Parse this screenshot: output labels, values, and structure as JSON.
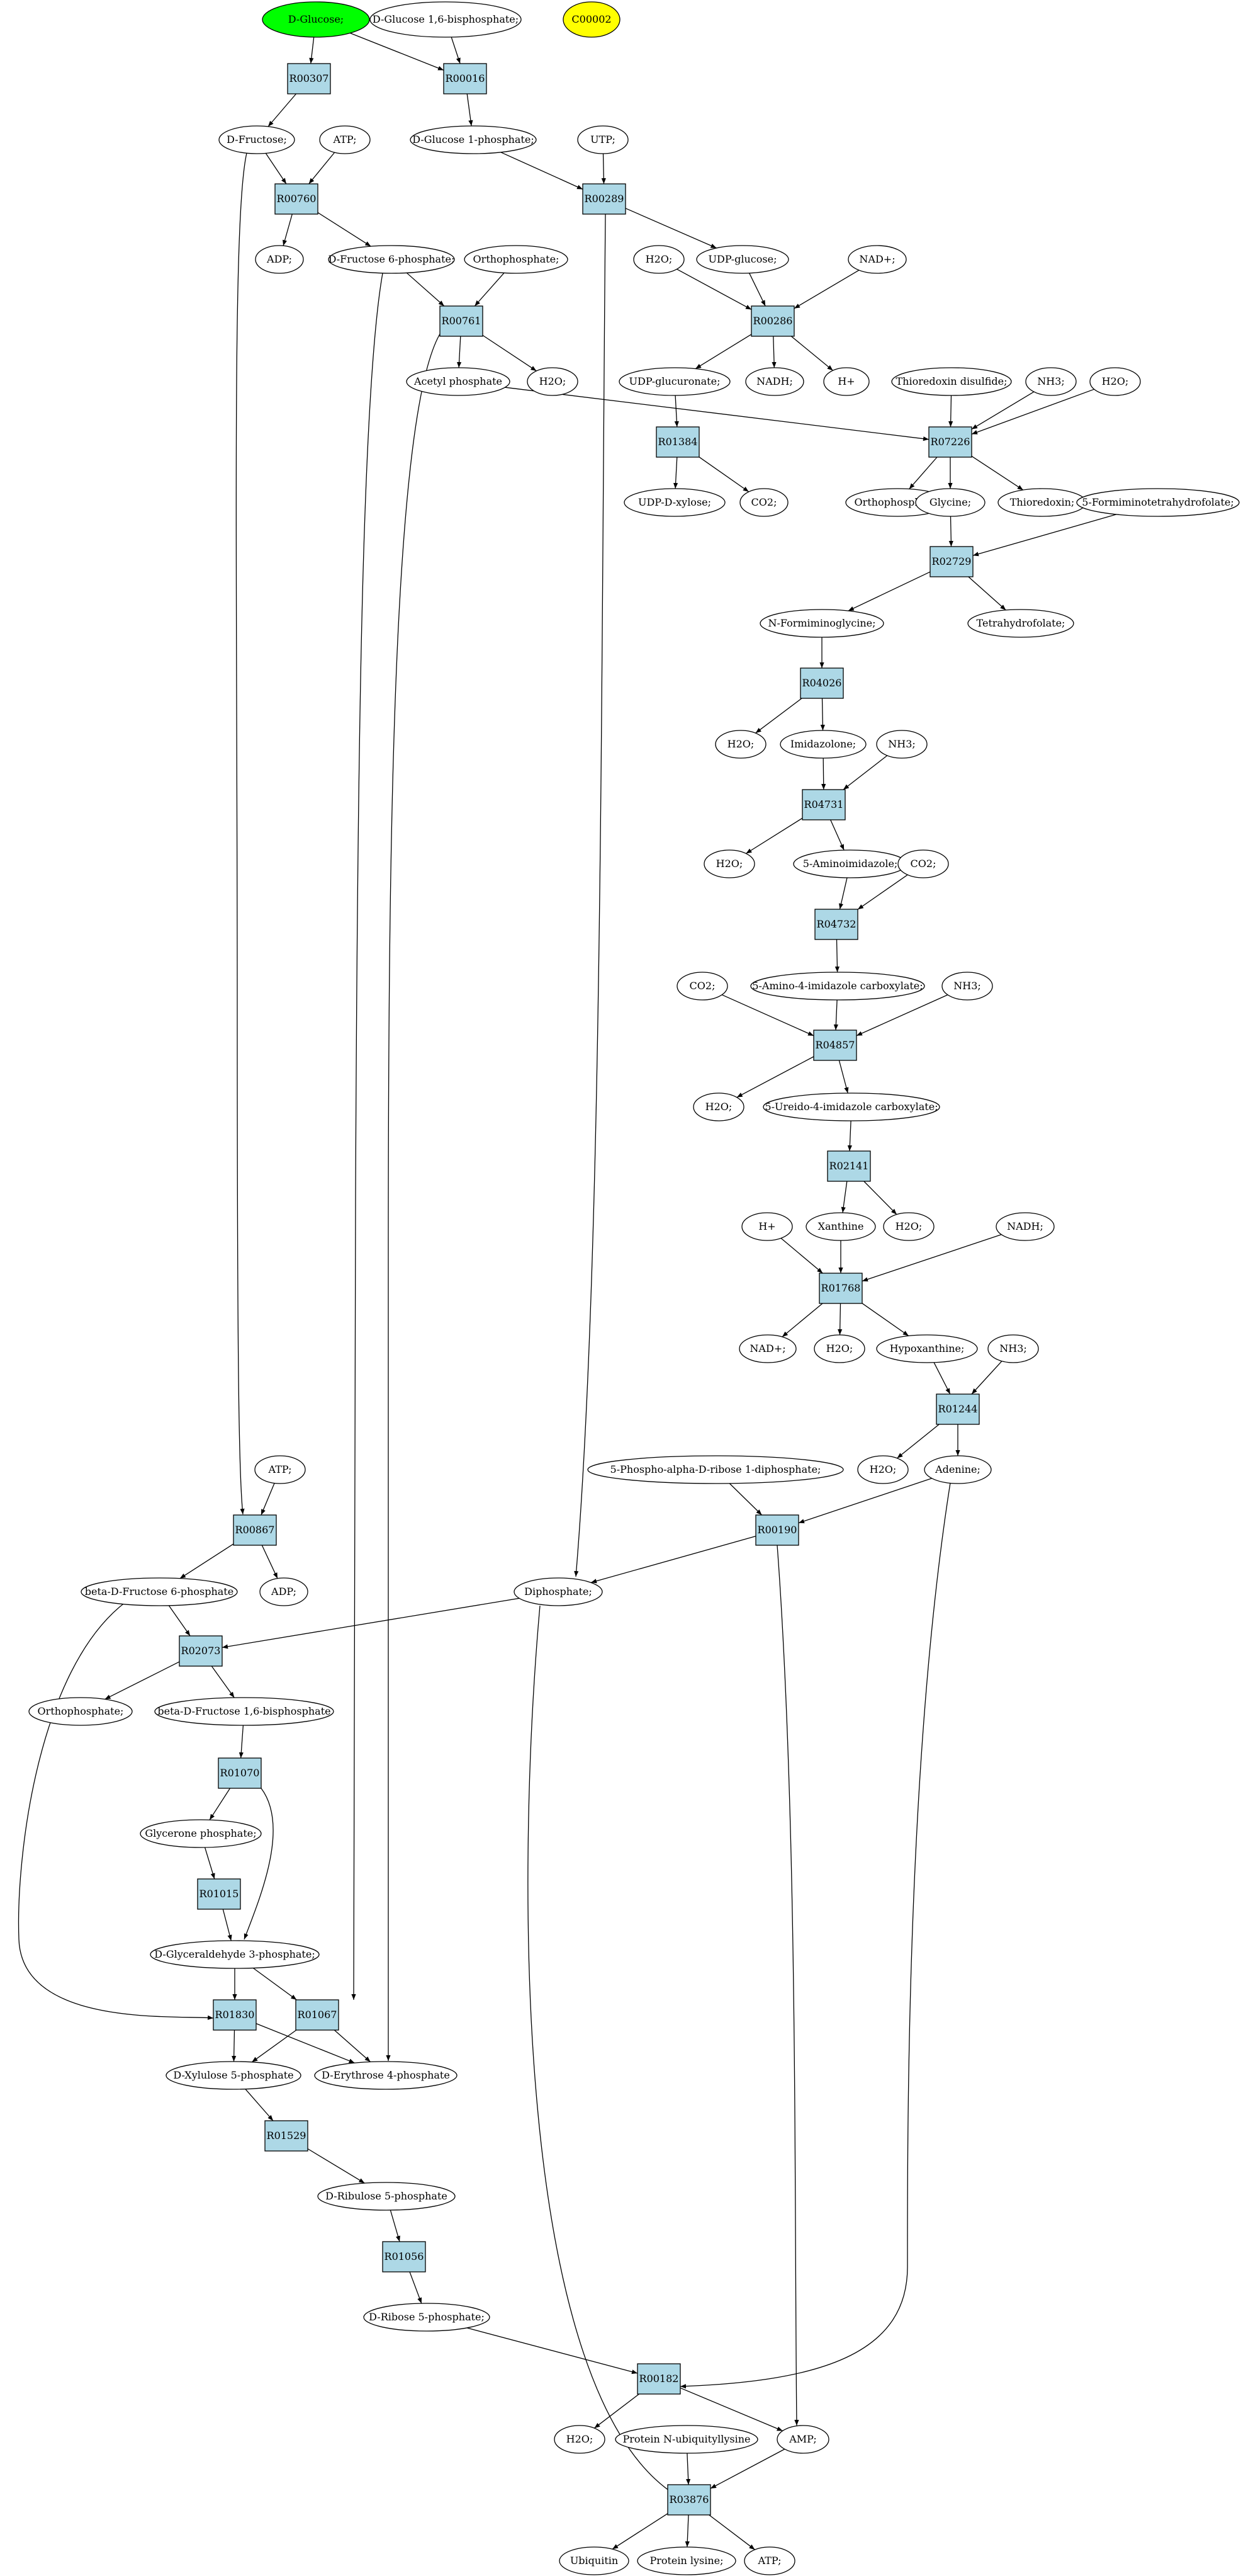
{
  "colors": {
    "reaction_fill": "#add8e6",
    "start_fill": "#00ff00",
    "target_fill": "#ffff00",
    "compound_fill": "#ffffff",
    "stroke": "#000000"
  },
  "nodes": {
    "glc": {
      "label": "D-Glucose;",
      "kind": "start"
    },
    "glc16bp": {
      "label": "D-Glucose 1,6-bisphosphate;",
      "kind": "compound"
    },
    "c00002": {
      "label": "C00002",
      "kind": "target"
    },
    "R00307": {
      "label": "R00307",
      "kind": "reaction"
    },
    "R00016": {
      "label": "R00016",
      "kind": "reaction"
    },
    "fru": {
      "label": "D-Fructose;",
      "kind": "compound"
    },
    "atp1": {
      "label": "ATP;",
      "kind": "compound"
    },
    "g1p": {
      "label": "D-Glucose 1-phosphate;",
      "kind": "compound"
    },
    "utp": {
      "label": "UTP;",
      "kind": "compound"
    },
    "R00760": {
      "label": "R00760",
      "kind": "reaction"
    },
    "R00289": {
      "label": "R00289",
      "kind": "reaction"
    },
    "adp1": {
      "label": "ADP;",
      "kind": "compound"
    },
    "f6p": {
      "label": "D-Fructose 6-phosphate;",
      "kind": "compound"
    },
    "ortho1": {
      "label": "Orthophosphate;",
      "kind": "compound"
    },
    "h2o_a": {
      "label": "H2O;",
      "kind": "compound"
    },
    "udpglc": {
      "label": "UDP-glucose;",
      "kind": "compound"
    },
    "nad1": {
      "label": "NAD+;",
      "kind": "compound"
    },
    "R00761": {
      "label": "R00761",
      "kind": "reaction"
    },
    "R00286": {
      "label": "R00286",
      "kind": "reaction"
    },
    "acp": {
      "label": "Acetyl phosphate",
      "kind": "compound"
    },
    "h2o_b": {
      "label": "H2O;",
      "kind": "compound"
    },
    "udpgca": {
      "label": "UDP-glucuronate;",
      "kind": "compound"
    },
    "nadh1": {
      "label": "NADH;",
      "kind": "compound"
    },
    "hplus1": {
      "label": "H+",
      "kind": "compound"
    },
    "trxss": {
      "label": "Thioredoxin disulfide;",
      "kind": "compound"
    },
    "nh3_a": {
      "label": "NH3;",
      "kind": "compound"
    },
    "h2o_c": {
      "label": "H2O;",
      "kind": "compound"
    },
    "R01384": {
      "label": "R01384",
      "kind": "reaction"
    },
    "R07226": {
      "label": "R07226",
      "kind": "reaction"
    },
    "udpxyl": {
      "label": "UDP-D-xylose;",
      "kind": "compound"
    },
    "co2_a": {
      "label": "CO2;",
      "kind": "compound"
    },
    "ortho2": {
      "label": "Orthophosphate;",
      "kind": "compound"
    },
    "gly": {
      "label": "Glycine;",
      "kind": "compound"
    },
    "trx": {
      "label": "Thioredoxin;",
      "kind": "compound"
    },
    "fthf": {
      "label": "5-Formiminotetrahydrofolate;",
      "kind": "compound"
    },
    "R02729": {
      "label": "R02729",
      "kind": "reaction"
    },
    "nfig": {
      "label": "N-Formiminoglycine;",
      "kind": "compound"
    },
    "thf": {
      "label": "Tetrahydrofolate;",
      "kind": "compound"
    },
    "R04026": {
      "label": "R04026",
      "kind": "reaction"
    },
    "h2o_d": {
      "label": "H2O;",
      "kind": "compound"
    },
    "imid": {
      "label": "Imidazolone;",
      "kind": "compound"
    },
    "nh3_b": {
      "label": "NH3;",
      "kind": "compound"
    },
    "R04731": {
      "label": "R04731",
      "kind": "reaction"
    },
    "h2o_e": {
      "label": "H2O;",
      "kind": "compound"
    },
    "aminoimid": {
      "label": "5-Aminoimidazole;",
      "kind": "compound"
    },
    "co2_b": {
      "label": "CO2;",
      "kind": "compound"
    },
    "R04732": {
      "label": "R04732",
      "kind": "reaction"
    },
    "co2_c": {
      "label": "CO2;",
      "kind": "compound"
    },
    "aic": {
      "label": "5-Amino-4-imidazole carboxylate;",
      "kind": "compound"
    },
    "nh3_c": {
      "label": "NH3;",
      "kind": "compound"
    },
    "R04857": {
      "label": "R04857",
      "kind": "reaction"
    },
    "h2o_f": {
      "label": "H2O;",
      "kind": "compound"
    },
    "uic": {
      "label": "5-Ureido-4-imidazole carboxylate;",
      "kind": "compound"
    },
    "R02141": {
      "label": "R02141",
      "kind": "reaction"
    },
    "hplus2": {
      "label": "H+",
      "kind": "compound"
    },
    "xan": {
      "label": "Xanthine",
      "kind": "compound"
    },
    "h2o_g": {
      "label": "H2O;",
      "kind": "compound"
    },
    "nadh2": {
      "label": "NADH;",
      "kind": "compound"
    },
    "R01768": {
      "label": "R01768",
      "kind": "reaction"
    },
    "nad2": {
      "label": "NAD+;",
      "kind": "compound"
    },
    "h2o_h": {
      "label": "H2O;",
      "kind": "compound"
    },
    "hyp": {
      "label": "Hypoxanthine;",
      "kind": "compound"
    },
    "nh3_d": {
      "label": "NH3;",
      "kind": "compound"
    },
    "R01244": {
      "label": "R01244",
      "kind": "reaction"
    },
    "atp2": {
      "label": "ATP;",
      "kind": "compound"
    },
    "prpp": {
      "label": "5-Phospho-alpha-D-ribose 1-diphosphate;",
      "kind": "compound"
    },
    "h2o_i": {
      "label": "H2O;",
      "kind": "compound"
    },
    "ade": {
      "label": "Adenine;",
      "kind": "compound"
    },
    "R00867": {
      "label": "R00867",
      "kind": "reaction"
    },
    "R00190": {
      "label": "R00190",
      "kind": "reaction"
    },
    "bf6p": {
      "label": "beta-D-Fructose 6-phosphate",
      "kind": "compound"
    },
    "adp2": {
      "label": "ADP;",
      "kind": "compound"
    },
    "ppi": {
      "label": "Diphosphate;",
      "kind": "compound"
    },
    "R02073": {
      "label": "R02073",
      "kind": "reaction"
    },
    "ortho3": {
      "label": "Orthophosphate;",
      "kind": "compound"
    },
    "bf16bp": {
      "label": "beta-D-Fructose 1,6-bisphosphate",
      "kind": "compound"
    },
    "R01070": {
      "label": "R01070",
      "kind": "reaction"
    },
    "dhap": {
      "label": "Glycerone phosphate;",
      "kind": "compound"
    },
    "R01015": {
      "label": "R01015",
      "kind": "reaction"
    },
    "g3p": {
      "label": "D-Glyceraldehyde 3-phosphate;",
      "kind": "compound"
    },
    "R01830": {
      "label": "R01830",
      "kind": "reaction"
    },
    "R01067": {
      "label": "R01067",
      "kind": "reaction"
    },
    "xu5p": {
      "label": "D-Xylulose 5-phosphate",
      "kind": "compound"
    },
    "e4p": {
      "label": "D-Erythrose 4-phosphate",
      "kind": "compound"
    },
    "R01529": {
      "label": "R01529",
      "kind": "reaction"
    },
    "ru5p": {
      "label": "D-Ribulose 5-phosphate",
      "kind": "compound"
    },
    "R01056": {
      "label": "R01056",
      "kind": "reaction"
    },
    "r5p": {
      "label": "D-Ribose 5-phosphate;",
      "kind": "compound"
    },
    "R00182": {
      "label": "R00182",
      "kind": "reaction"
    },
    "h2o_j": {
      "label": "H2O;",
      "kind": "compound"
    },
    "pnul": {
      "label": "Protein N-ubiquityllysine",
      "kind": "compound"
    },
    "amp": {
      "label": "AMP;",
      "kind": "compound"
    },
    "R03876": {
      "label": "R03876",
      "kind": "reaction"
    },
    "ubq": {
      "label": "Ubiquitin",
      "kind": "compound"
    },
    "plys": {
      "label": "Protein lysine;",
      "kind": "compound"
    },
    "atp3": {
      "label": "ATP;",
      "kind": "compound"
    }
  },
  "edges": [
    [
      "glc",
      "R00307"
    ],
    [
      "glc",
      "R00016"
    ],
    [
      "glc16bp",
      "R00016"
    ],
    [
      "R00307",
      "fru"
    ],
    [
      "R00016",
      "g1p"
    ],
    [
      "fru",
      "R00760"
    ],
    [
      "atp1",
      "R00760"
    ],
    [
      "R00760",
      "adp1"
    ],
    [
      "R00760",
      "f6p"
    ],
    [
      "g1p",
      "R00289"
    ],
    [
      "utp",
      "R00289"
    ],
    [
      "R00289",
      "udpglc"
    ],
    [
      "R00289",
      "ppi"
    ],
    [
      "f6p",
      "R00761"
    ],
    [
      "ortho1",
      "R00761"
    ],
    [
      "R00761",
      "acp"
    ],
    [
      "R00761",
      "h2o_b"
    ],
    [
      "R00761",
      "e4p"
    ],
    [
      "h2o_a",
      "R00286"
    ],
    [
      "udpglc",
      "R00286"
    ],
    [
      "nad1",
      "R00286"
    ],
    [
      "R00286",
      "udpgca"
    ],
    [
      "R00286",
      "nadh1"
    ],
    [
      "R00286",
      "hplus1"
    ],
    [
      "udpgca",
      "R01384"
    ],
    [
      "R01384",
      "udpxyl"
    ],
    [
      "R01384",
      "co2_a"
    ],
    [
      "acp",
      "R07226"
    ],
    [
      "trxss",
      "R07226"
    ],
    [
      "nh3_a",
      "R07226"
    ],
    [
      "h2o_c",
      "R07226"
    ],
    [
      "R07226",
      "ortho2"
    ],
    [
      "R07226",
      "gly"
    ],
    [
      "R07226",
      "trx"
    ],
    [
      "gly",
      "R02729"
    ],
    [
      "fthf",
      "R02729"
    ],
    [
      "R02729",
      "nfig"
    ],
    [
      "R02729",
      "thf"
    ],
    [
      "nfig",
      "R04026"
    ],
    [
      "R04026",
      "h2o_d"
    ],
    [
      "R04026",
      "imid"
    ],
    [
      "imid",
      "R04731"
    ],
    [
      "nh3_b",
      "R04731"
    ],
    [
      "R04731",
      "h2o_e"
    ],
    [
      "R04731",
      "aminoimid"
    ],
    [
      "aminoimid",
      "R04732"
    ],
    [
      "co2_b",
      "R04732"
    ],
    [
      "R04732",
      "aic"
    ],
    [
      "co2_c",
      "R04857"
    ],
    [
      "aic",
      "R04857"
    ],
    [
      "nh3_c",
      "R04857"
    ],
    [
      "R04857",
      "h2o_f"
    ],
    [
      "R04857",
      "uic"
    ],
    [
      "uic",
      "R02141"
    ],
    [
      "R02141",
      "xan"
    ],
    [
      "R02141",
      "h2o_g"
    ],
    [
      "hplus2",
      "R01768"
    ],
    [
      "xan",
      "R01768"
    ],
    [
      "nadh2",
      "R01768"
    ],
    [
      "R01768",
      "nad2"
    ],
    [
      "R01768",
      "h2o_h"
    ],
    [
      "R01768",
      "hyp"
    ],
    [
      "hyp",
      "R01244"
    ],
    [
      "nh3_d",
      "R01244"
    ],
    [
      "R01244",
      "h2o_i"
    ],
    [
      "R01244",
      "ade"
    ],
    [
      "fru",
      "R00867"
    ],
    [
      "atp2",
      "R00867"
    ],
    [
      "R00867",
      "bf6p"
    ],
    [
      "R00867",
      "adp2"
    ],
    [
      "prpp",
      "R00190"
    ],
    [
      "ade",
      "R00190"
    ],
    [
      "R00190",
      "ppi"
    ],
    [
      "R00190",
      "amp"
    ],
    [
      "bf6p",
      "R02073"
    ],
    [
      "ppi",
      "R02073"
    ],
    [
      "R02073",
      "ortho3"
    ],
    [
      "R02073",
      "bf16bp"
    ],
    [
      "bf16bp",
      "R01070"
    ],
    [
      "R01070",
      "dhap"
    ],
    [
      "R01070",
      "g3p"
    ],
    [
      "dhap",
      "R01015"
    ],
    [
      "R01015",
      "g3p"
    ],
    [
      "bf6p",
      "R01830"
    ],
    [
      "g3p",
      "R01830"
    ],
    [
      "R01830",
      "xu5p"
    ],
    [
      "R01830",
      "e4p"
    ],
    [
      "f6p",
      "R01067"
    ],
    [
      "g3p",
      "R01067"
    ],
    [
      "R01067",
      "xu5p"
    ],
    [
      "R01067",
      "e4p"
    ],
    [
      "xu5p",
      "R01529"
    ],
    [
      "R01529",
      "ru5p"
    ],
    [
      "ru5p",
      "R01056"
    ],
    [
      "R01056",
      "r5p"
    ],
    [
      "r5p",
      "R00182"
    ],
    [
      "ade",
      "R00182"
    ],
    [
      "R00182",
      "h2o_j"
    ],
    [
      "R00182",
      "amp"
    ],
    [
      "pnul",
      "R03876"
    ],
    [
      "amp",
      "R03876"
    ],
    [
      "ppi",
      "R03876"
    ],
    [
      "R03876",
      "ubq"
    ],
    [
      "R03876",
      "plys"
    ],
    [
      "R03876",
      "atp3"
    ]
  ]
}
